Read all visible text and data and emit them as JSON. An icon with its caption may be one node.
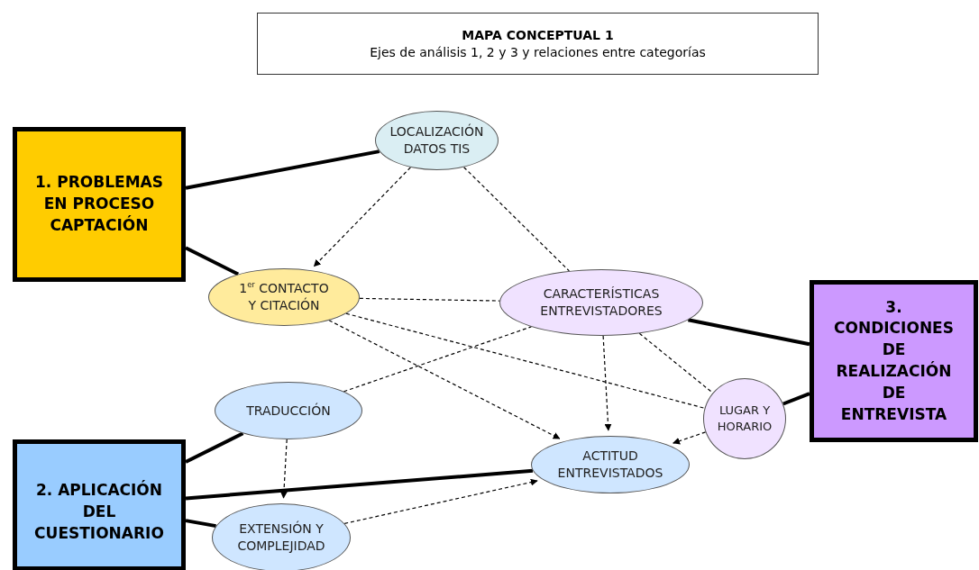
{
  "diagram": {
    "nodes": [
      {
        "text": [
          "MAPA CONCEPTUAL 1",
          "Ejes de análisis 1, 2 y 3 y relaciones entre categorías"
        ]
      },
      {
        "text": [
          "1. PROBLEMAS EN PROCESO CAPTACIÓN"
        ]
      },
      {
        "text": [
          "LOCALIZACIÓN DATOS TIS"
        ]
      },
      {
        "text": [
          "1$^{er}$ CONTACTO Y CITACIÓN"
        ]
      },
      {
        "text": [
          "CARACTERÍSTICAS ENTREVISTADORES"
        ]
      },
      {
        "text": [
          "3. CONDICIONES DE REALIZACIÓN DE ENTREVISTA"
        ]
      },
      {
        "text": [
          "TRADUCCIÓN"
        ]
      },
      {
        "text": [
          "LUGAR Y HORARIO"
        ]
      },
      {
        "text": [
          "ACTITUD ENTREVISTADOS"
        ]
      },
      {
        "text": [
          "2. APLICACIÓN DEL CUESTIONARIO"
        ]
      },
      {
        "text": [
          "EXTENSIÓN Y COMPLEJIDAD"
        ]
      }
    ],
    "edges": [
      {
        "from": 1,
        "to": 2,
        "arrow": "none",
        "style": "thick"
      },
      {
        "from": 1,
        "to": 3,
        "arrow": "none",
        "style": "thick"
      },
      {
        "from": 5,
        "to": 4,
        "arrow": "none",
        "style": "thick"
      },
      {
        "from": 5,
        "to": 7,
        "arrow": "none",
        "style": "thick"
      },
      {
        "from": 9,
        "to": 6,
        "arrow": "none",
        "style": "thick"
      },
      {
        "from": 9,
        "to": 8,
        "arrow": "none",
        "style": "thick"
      },
      {
        "from": 9,
        "to": 10,
        "arrow": "none",
        "style": "thick"
      },
      {
        "from": 2,
        "to": 3,
        "arrow": "to",
        "style": "dashed"
      },
      {
        "from": 2,
        "to": 4,
        "arrow": "none",
        "style": "dashed"
      },
      {
        "from": 3,
        "to": 4,
        "arrow": "none",
        "style": "dashed"
      },
      {
        "from": 3,
        "to": 8,
        "arrow": "to",
        "style": "dashed"
      },
      {
        "from": 3,
        "to": 7,
        "arrow": "none",
        "style": "dashed"
      },
      {
        "from": 6,
        "to": 4,
        "arrow": "none",
        "style": "dashed"
      },
      {
        "from": 4,
        "to": 8,
        "arrow": "to",
        "style": "dashed"
      },
      {
        "from": 4,
        "to": 7,
        "arrow": "none",
        "style": "dashed"
      },
      {
        "from": 7,
        "to": 8,
        "arrow": "to",
        "style": "dashed"
      },
      {
        "from": 6,
        "to": 10,
        "arrow": "to",
        "style": "dashed"
      },
      {
        "from": 10,
        "to": 8,
        "arrow": "to",
        "style": "dashed"
      }
    ]
  }
}
